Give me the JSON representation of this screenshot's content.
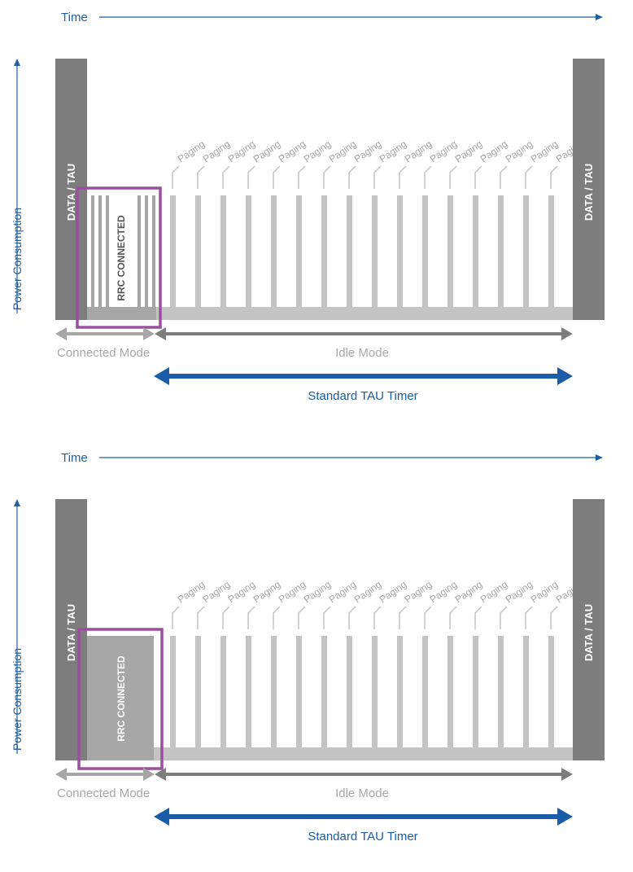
{
  "diagrams": [
    {
      "time_label": "Time",
      "power_label": "Power Consumption",
      "data_tau_left": "DATA / TAU",
      "data_tau_right": "DATA / TAU",
      "rrc_label": "RRC CONNECTED",
      "rrc_style": "multiple-bursts",
      "connected_mode_label": "Connected Mode",
      "idle_mode_label": "Idle Mode",
      "timer_label": "Standard TAU Timer",
      "paging_label": "Paging",
      "paging_count": 16
    },
    {
      "time_label": "Time",
      "power_label": "Power Consumption",
      "data_tau_left": "DATA / TAU",
      "data_tau_right": "DATA / TAU",
      "rrc_label": "RRC CONNECTED",
      "rrc_style": "continuous",
      "connected_mode_label": "Connected Mode",
      "idle_mode_label": "Idle Mode",
      "timer_label": "Standard TAU Timer",
      "paging_label": "Paging",
      "paging_count": 16
    }
  ],
  "colors": {
    "axis_blue": "#1f5fa3",
    "timer_blue": "#1a5ca8",
    "dark_gray": "#7d7d7d",
    "mid_gray": "#a6a6a6",
    "light_gray": "#c4c4c4",
    "highlight_purple": "#9b4fa0",
    "muted_text": "#a8a8a8"
  }
}
